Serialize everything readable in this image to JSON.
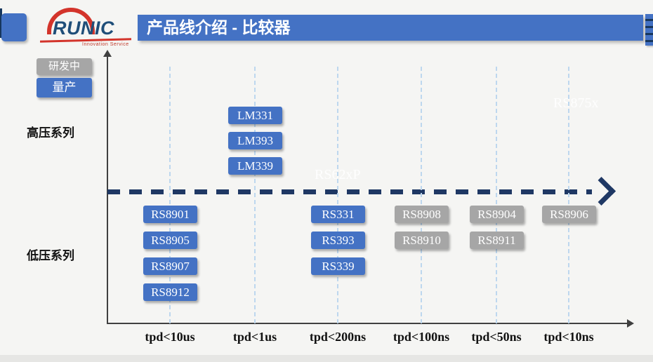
{
  "page": {
    "title": "产品线介绍 - 比较器"
  },
  "logo": {
    "brand": "RUNIC",
    "tagline": "Innovation Service"
  },
  "legend_items": [
    {
      "label": "研发中",
      "color": "#A6A6A6"
    },
    {
      "label": "量产",
      "color": "#4472C4"
    }
  ],
  "series_labels": {
    "high": "高压系列",
    "low": "低压系列"
  },
  "watermarks": [
    {
      "text": "RS875x"
    },
    {
      "text": "RS62xP"
    }
  ],
  "colors": {
    "accent_blue": "#4472C4",
    "status_gray": "#A6A6A6",
    "divider_navy": "#1F3864",
    "gridline_blue": "#BDD7EE",
    "axis_gray": "#404040"
  },
  "chart_data": {
    "type": "scatter",
    "title": "产品线介绍 - 比较器",
    "x_categories": [
      "tpd<10us",
      "tpd<1us",
      "tpd<200ns",
      "tpd<100ns",
      "tpd<50ns",
      "tpd<10ns"
    ],
    "y_categories": [
      "高压系列",
      "低压系列"
    ],
    "status_colors": {
      "研发中": "#A6A6A6",
      "量产": "#4472C4"
    },
    "legend": [
      {
        "label": "研发中",
        "color": "#A6A6A6"
      },
      {
        "label": "量产",
        "color": "#4472C4"
      }
    ],
    "points": [
      {
        "label": "LM331",
        "x": "tpd<1us",
        "y": "高压系列",
        "status": "量产"
      },
      {
        "label": "LM393",
        "x": "tpd<1us",
        "y": "高压系列",
        "status": "量产"
      },
      {
        "label": "LM339",
        "x": "tpd<1us",
        "y": "高压系列",
        "status": "量产"
      },
      {
        "label": "RS8901",
        "x": "tpd<10us",
        "y": "低压系列",
        "status": "量产"
      },
      {
        "label": "RS8905",
        "x": "tpd<10us",
        "y": "低压系列",
        "status": "量产"
      },
      {
        "label": "RS8907",
        "x": "tpd<10us",
        "y": "低压系列",
        "status": "量产"
      },
      {
        "label": "RS8912",
        "x": "tpd<10us",
        "y": "低压系列",
        "status": "量产"
      },
      {
        "label": "RS331",
        "x": "tpd<200ns",
        "y": "低压系列",
        "status": "量产"
      },
      {
        "label": "RS393",
        "x": "tpd<200ns",
        "y": "低压系列",
        "status": "量产"
      },
      {
        "label": "RS339",
        "x": "tpd<200ns",
        "y": "低压系列",
        "status": "量产"
      },
      {
        "label": "RS8908",
        "x": "tpd<100ns",
        "y": "低压系列",
        "status": "研发中"
      },
      {
        "label": "RS8910",
        "x": "tpd<100ns",
        "y": "低压系列",
        "status": "研发中"
      },
      {
        "label": "RS8904",
        "x": "tpd<50ns",
        "y": "低压系列",
        "status": "研发中"
      },
      {
        "label": "RS8911",
        "x": "tpd<50ns",
        "y": "低压系列",
        "status": "研发中"
      },
      {
        "label": "RS8906",
        "x": "tpd<10ns",
        "y": "低压系列",
        "status": "研发中"
      }
    ],
    "layout_hints": {
      "legend_position": "top-left",
      "grid": "vertical-dashed",
      "divider": "dashed-arrow-between-series"
    }
  },
  "layout": {
    "column_cx": [
      242,
      363,
      481,
      600,
      707,
      810
    ]
  }
}
